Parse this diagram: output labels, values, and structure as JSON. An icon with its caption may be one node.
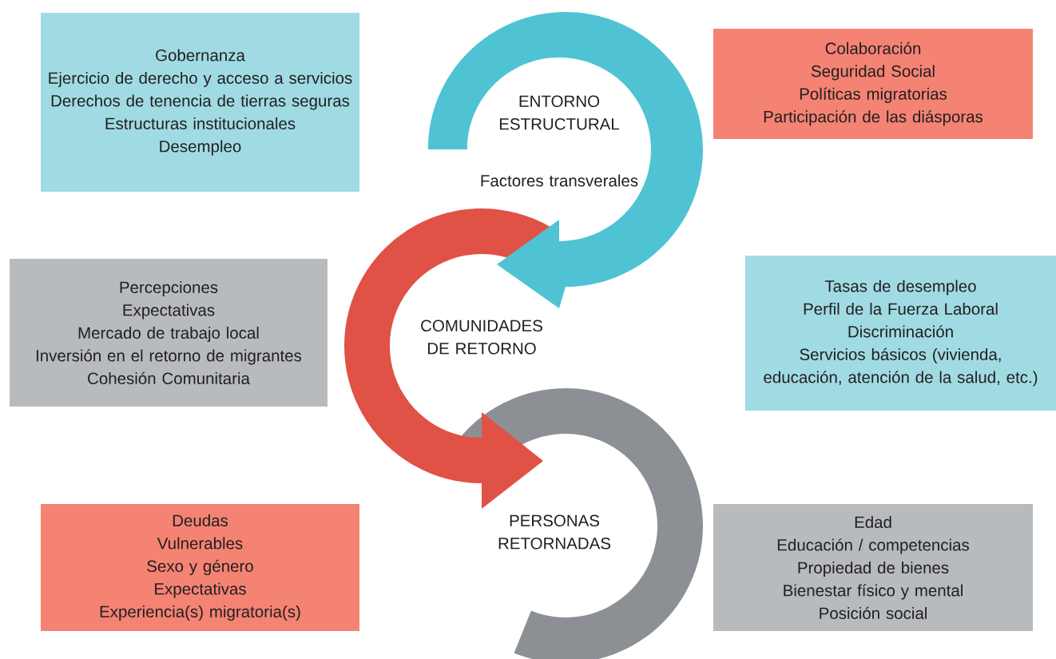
{
  "diagram": {
    "nodes": [
      {
        "text": [
          "Gobernanza",
          "Ejercicio de derecho y acceso a servicios",
          "Derechos de tenencia de tierras seguras",
          "Estructuras institucionales",
          "Desempleo"
        ]
      },
      {
        "text": [
          "Colaboración",
          "Seguridad Social",
          "Políticas migratorias",
          "Participación de las diásporas"
        ]
      },
      {
        "text": [
          "Percepciones",
          "Expectativas",
          "Mercado de trabajo local",
          "Inversión en el retorno de migrantes",
          "Cohesión Comunitaria"
        ]
      },
      {
        "text": [
          "Tasas de desempleo",
          "Perfil de la Fuerza Laboral",
          "Discriminación",
          "Servicios básicos (vivienda, educación, atención de la salud, etc.)"
        ]
      },
      {
        "text": [
          "Deudas",
          "Vulnerables",
          "Sexo y género",
          "Expectativas",
          "Experiencia(s) migratoria(s)"
        ]
      },
      {
        "text": [
          "Edad",
          "Educación / competencias",
          "Propiedad de bienes",
          "Bienestar físico y mental",
          "Posición social"
        ]
      }
    ],
    "labels": [
      "ENTORNO ESTRUCTURAL",
      "Factores transverales",
      "COMUNIDADES DE RETORNO",
      "PERSONAS RETORNADAS"
    ]
  }
}
